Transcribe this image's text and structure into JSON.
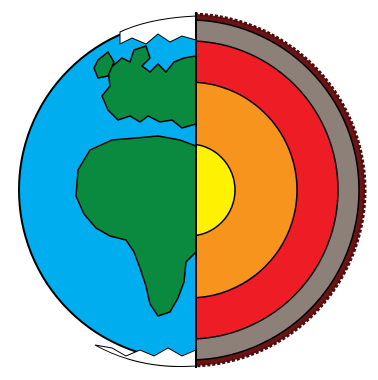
{
  "figure": {
    "subject": "earth-cutaway",
    "layers": [
      {
        "name": "crust",
        "color": "#8c8079"
      },
      {
        "name": "mantle",
        "color": "#ee1c24"
      },
      {
        "name": "outer-core",
        "color": "#f7941d"
      },
      {
        "name": "inner-core",
        "color": "#fff200"
      }
    ],
    "surface": {
      "ocean_color": "#00aeef",
      "land_color": "#0a8a3e",
      "ice_color": "#ffffff",
      "rough_edge_color": "#6b1416"
    }
  }
}
